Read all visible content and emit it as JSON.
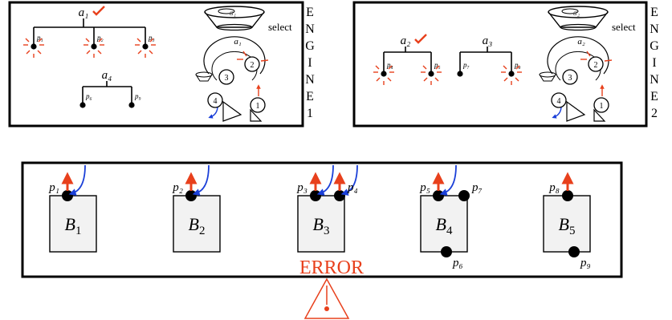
{
  "colors": {
    "ink": "#000000",
    "alert_red": "#e8401c",
    "blue_arrow": "#1a3fd8",
    "block_fill": "#f2f2f2"
  },
  "engines": [
    {
      "id": "engine-1",
      "side_label": [
        "E",
        "N",
        "G",
        "I",
        "N",
        "E",
        "1"
      ],
      "select_label": "select",
      "hopper_label": "a₁",
      "wheel_label": "a₁",
      "wheel_slots": [
        "2",
        "3",
        "4",
        "1"
      ],
      "trees": [
        {
          "root": "a₁",
          "checked": true,
          "leaves": [
            {
              "label": "p₁",
              "state": "fired"
            },
            {
              "label": "p₂",
              "state": "fired"
            },
            {
              "label": "p₃",
              "state": "fired"
            }
          ]
        },
        {
          "root": "a₄",
          "checked": false,
          "leaves": [
            {
              "label": "p₆",
              "state": "idle"
            },
            {
              "label": "p₉",
              "state": "idle"
            }
          ]
        }
      ]
    },
    {
      "id": "engine-2",
      "side_label": [
        "E",
        "N",
        "G",
        "I",
        "N",
        "E",
        "2"
      ],
      "select_label": "select",
      "hopper_label": "a₂",
      "wheel_label": "a₂",
      "wheel_slots": [
        "2",
        "3",
        "4",
        "1"
      ],
      "trees": [
        {
          "root": "a₂",
          "checked": true,
          "leaves": [
            {
              "label": "p₄",
              "state": "fired"
            },
            {
              "label": "p₅",
              "state": "fired"
            }
          ]
        },
        {
          "root": "a₃",
          "checked": false,
          "leaves": [
            {
              "label": "p₇",
              "state": "idle"
            },
            {
              "label": "p₈",
              "state": "fired"
            }
          ]
        }
      ]
    }
  ],
  "blocks": [
    {
      "name": "B",
      "sub": "1",
      "ports": [
        {
          "label": "p₁",
          "pos": "top",
          "up": true,
          "incoming": true
        }
      ]
    },
    {
      "name": "B",
      "sub": "2",
      "ports": [
        {
          "label": "p₂",
          "pos": "top",
          "up": true,
          "incoming": true
        }
      ]
    },
    {
      "name": "B",
      "sub": "3",
      "ports": [
        {
          "label": "p₃",
          "pos": "top",
          "up": true,
          "incoming": true
        },
        {
          "label": "p₄",
          "pos": "top",
          "up": true,
          "incoming": true
        }
      ]
    },
    {
      "name": "B",
      "sub": "4",
      "ports": [
        {
          "label": "p₅",
          "pos": "top",
          "up": true,
          "incoming": true
        },
        {
          "label": "p₇",
          "pos": "top",
          "up": false,
          "incoming": false
        },
        {
          "label": "p₆",
          "pos": "bottom",
          "up": false,
          "incoming": false
        }
      ]
    },
    {
      "name": "B",
      "sub": "5",
      "ports": [
        {
          "label": "p₈",
          "pos": "top",
          "up": true,
          "incoming": false
        },
        {
          "label": "p₉",
          "pos": "bottom",
          "up": false,
          "incoming": false
        }
      ]
    }
  ],
  "error_label": "ERROR"
}
